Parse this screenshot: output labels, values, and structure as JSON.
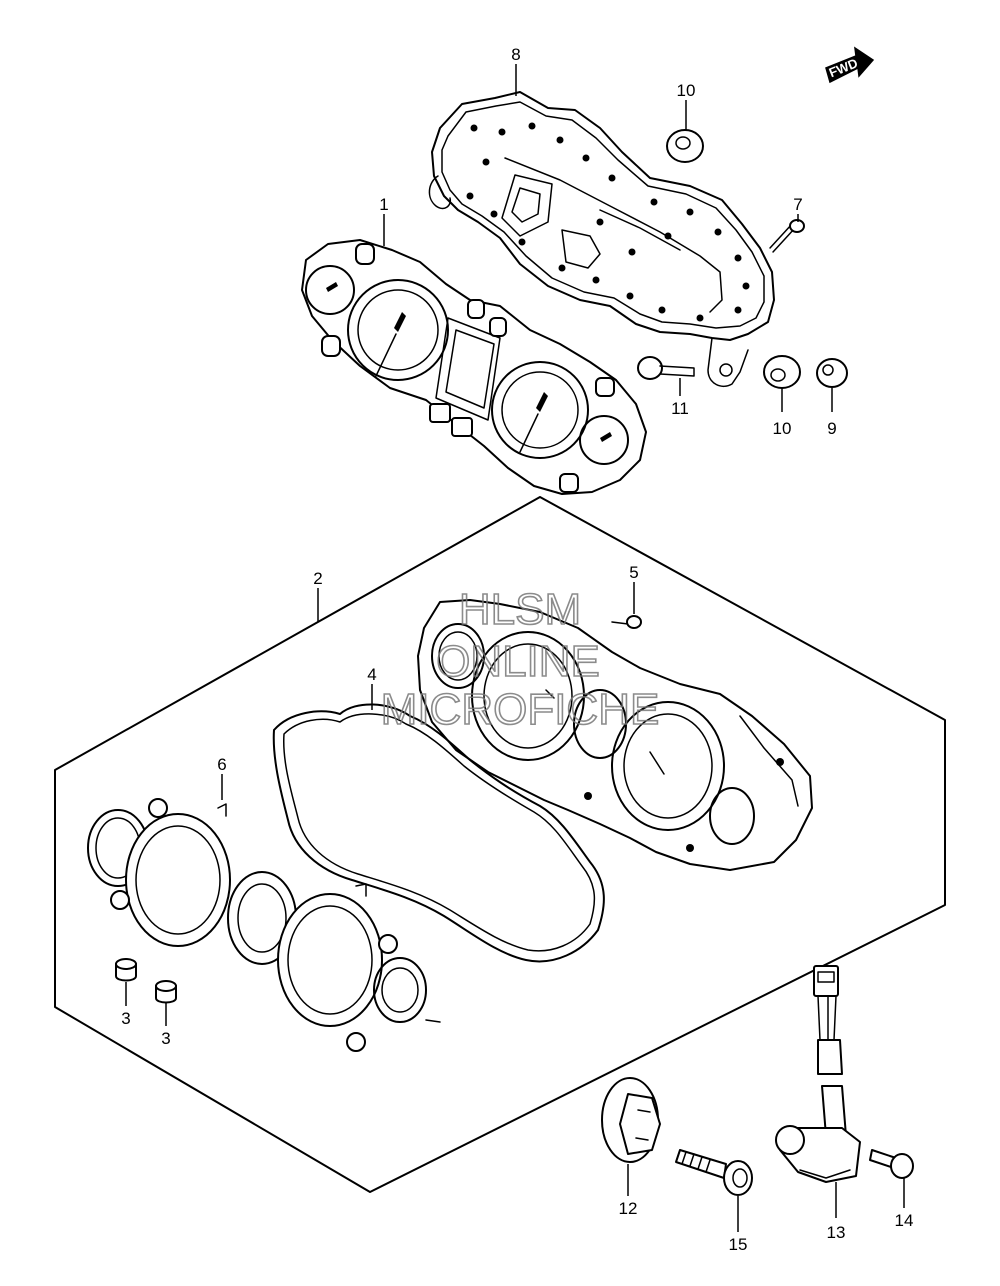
{
  "orientation": {
    "label": "FWD",
    "icon": "forward-arrow-icon"
  },
  "watermark": {
    "line1": "HLSM",
    "line2": "ONLINE",
    "line3": "MICROFICHE"
  },
  "callouts": [
    "8",
    "10",
    "7",
    "1",
    "11",
    "10",
    "9",
    "2",
    "5",
    "4",
    "6",
    "3",
    "3",
    "13",
    "12",
    "15",
    "14"
  ],
  "parts": [
    {
      "ref": "1",
      "depicts": "speedometer-tachometer-assembly"
    },
    {
      "ref": "2",
      "depicts": "meter-case-set"
    },
    {
      "ref": "3",
      "depicts": "bulb"
    },
    {
      "ref": "4",
      "depicts": "gasket"
    },
    {
      "ref": "5",
      "depicts": "screw"
    },
    {
      "ref": "6",
      "depicts": "dial-panel"
    },
    {
      "ref": "7",
      "depicts": "screw"
    },
    {
      "ref": "8",
      "depicts": "lower-case"
    },
    {
      "ref": "9",
      "depicts": "collar"
    },
    {
      "ref": "10",
      "depicts": "cushion"
    },
    {
      "ref": "11",
      "depicts": "bolt"
    },
    {
      "ref": "12",
      "depicts": "retainer"
    },
    {
      "ref": "13",
      "depicts": "speed-sensor"
    },
    {
      "ref": "14",
      "depicts": "bolt"
    },
    {
      "ref": "15",
      "depicts": "bolt"
    }
  ]
}
